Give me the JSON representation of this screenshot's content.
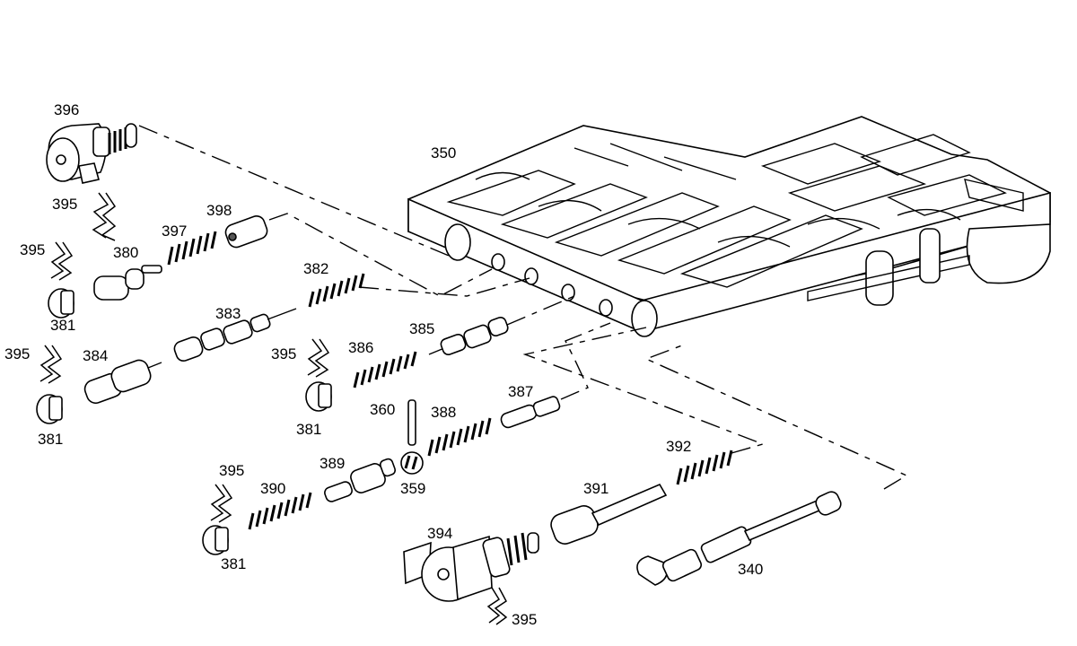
{
  "labels": {
    "l350": "350",
    "l396": "396",
    "l395a": "395",
    "l395b": "395",
    "l395c": "395",
    "l395d": "395",
    "l395e": "395",
    "l395f": "395",
    "l397": "397",
    "l398": "398",
    "l380": "380",
    "l381a": "381",
    "l381b": "381",
    "l381c": "381",
    "l381d": "381",
    "l382": "382",
    "l383": "383",
    "l384": "384",
    "l385": "385",
    "l386": "386",
    "l387": "387",
    "l388": "388",
    "l360": "360",
    "l359": "359",
    "l389": "389",
    "l390": "390",
    "l391": "391",
    "l392": "392",
    "l394": "394",
    "l340": "340"
  }
}
